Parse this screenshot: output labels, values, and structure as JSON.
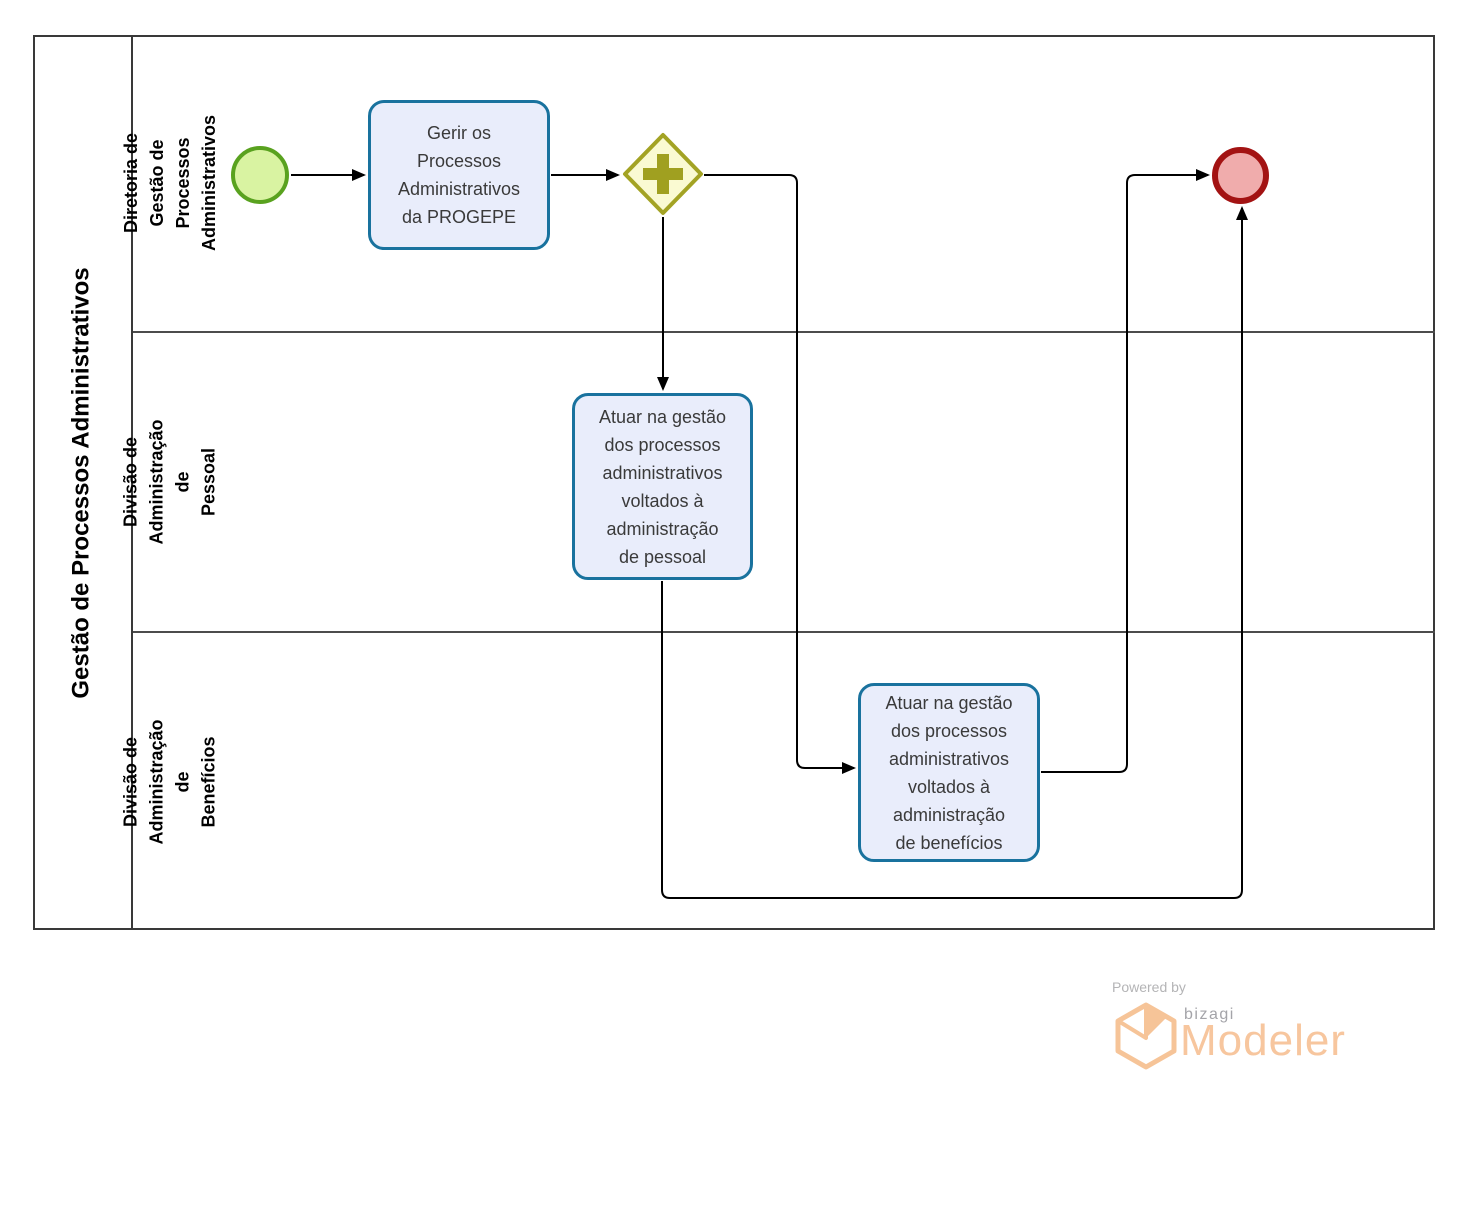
{
  "pool": {
    "title": "Gestão de Processos Administrativos",
    "lanes": [
      {
        "label": "Diretoria de Gestão de\nProcessos Administrativos"
      },
      {
        "label": "Divisão de Administração de\nPessoal"
      },
      {
        "label": "Divisão de Administração de\nBenefícios"
      }
    ]
  },
  "nodes": {
    "start_event": {
      "type": "start-event"
    },
    "task_gerir": {
      "label": "Gerir os\nProcessos\nAdministrativos\nda PROGEPE"
    },
    "gateway": {
      "type": "parallel-gateway"
    },
    "task_pessoal": {
      "label": "Atuar na gestão\ndos processos\nadministrativos\nvoltados à\nadministração\nde pessoal"
    },
    "task_beneficios": {
      "label": "Atuar na gestão\ndos processos\nadministrativos\nvoltados à\nadministração\nde benefícios"
    },
    "end_event": {
      "type": "end-event"
    }
  },
  "colors": {
    "task_fill": "#E9EDFB",
    "task_border": "#19729E",
    "gateway_fill": "#FAFAD2",
    "gateway_border": "#A3A324",
    "start_fill": "#D9F3A2",
    "start_border": "#59A21F",
    "end_fill": "#F0ACAC",
    "end_border": "#A31313",
    "connector": "#000000",
    "lane_border": "#4c4c4c",
    "brand_orange": "#F7C69E",
    "brand_gray": "#A4A4A9"
  },
  "footer": {
    "powered_by": "Powered by",
    "brand": "bizagi",
    "product": "Modeler"
  }
}
